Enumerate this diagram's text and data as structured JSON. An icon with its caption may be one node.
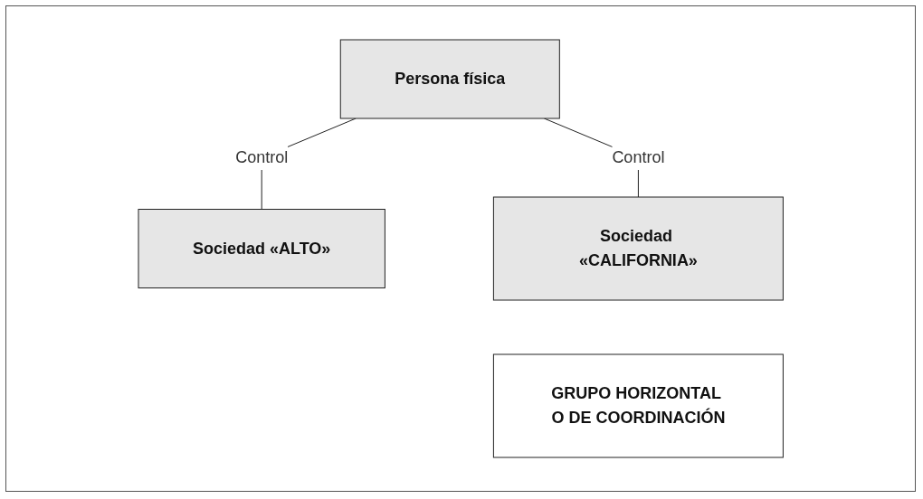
{
  "diagram": {
    "nodes": [
      {
        "text": [
          "Persona física"
        ]
      },
      {
        "text": [
          "Sociedad «ALTO»"
        ]
      },
      {
        "text": [
          "Sociedad «CALIFORNIA»"
        ]
      },
      {
        "text": [
          "GRUPO HORIZONTAL O DE COORDINACIÓN"
        ]
      }
    ],
    "edges": [
      {
        "from": 0,
        "to": 1,
        "arrow": "none",
        "label": "Control"
      },
      {
        "from": 0,
        "to": 2,
        "arrow": "none",
        "label": "Control"
      }
    ]
  }
}
